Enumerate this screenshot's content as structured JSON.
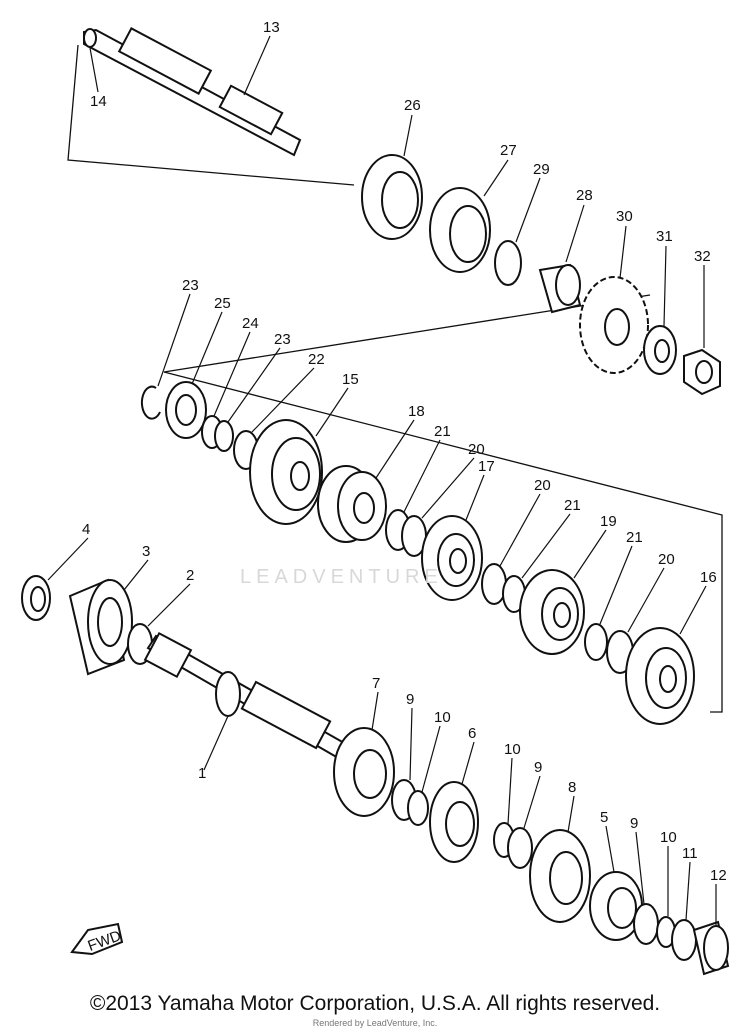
{
  "diagram": {
    "callouts": [
      {
        "id": "13",
        "label": "13"
      },
      {
        "id": "14",
        "label": "14"
      },
      {
        "id": "26",
        "label": "26"
      },
      {
        "id": "27",
        "label": "27"
      },
      {
        "id": "29",
        "label": "29"
      },
      {
        "id": "28",
        "label": "28"
      },
      {
        "id": "30",
        "label": "30"
      },
      {
        "id": "31",
        "label": "31"
      },
      {
        "id": "32",
        "label": "32"
      },
      {
        "id": "23a",
        "label": "23"
      },
      {
        "id": "25",
        "label": "25"
      },
      {
        "id": "24",
        "label": "24"
      },
      {
        "id": "23b",
        "label": "23"
      },
      {
        "id": "22",
        "label": "22"
      },
      {
        "id": "15",
        "label": "15"
      },
      {
        "id": "18",
        "label": "18"
      },
      {
        "id": "21a",
        "label": "21"
      },
      {
        "id": "20a",
        "label": "20"
      },
      {
        "id": "17",
        "label": "17"
      },
      {
        "id": "20b",
        "label": "20"
      },
      {
        "id": "21b",
        "label": "21"
      },
      {
        "id": "19",
        "label": "19"
      },
      {
        "id": "21c",
        "label": "21"
      },
      {
        "id": "20c",
        "label": "20"
      },
      {
        "id": "16",
        "label": "16"
      },
      {
        "id": "4",
        "label": "4"
      },
      {
        "id": "3",
        "label": "3"
      },
      {
        "id": "2",
        "label": "2"
      },
      {
        "id": "1",
        "label": "1"
      },
      {
        "id": "7",
        "label": "7"
      },
      {
        "id": "9a",
        "label": "9"
      },
      {
        "id": "10a",
        "label": "10"
      },
      {
        "id": "6",
        "label": "6"
      },
      {
        "id": "10b",
        "label": "10"
      },
      {
        "id": "9b",
        "label": "9"
      },
      {
        "id": "8",
        "label": "8"
      },
      {
        "id": "5",
        "label": "5"
      },
      {
        "id": "9c",
        "label": "9"
      },
      {
        "id": "10c",
        "label": "10"
      },
      {
        "id": "11",
        "label": "11"
      },
      {
        "id": "12",
        "label": "12"
      }
    ],
    "fwd_label": "FWD"
  },
  "watermark": "LEADVENTURE",
  "footer": {
    "copyright": "©2013 Yamaha Motor Corporation, U.S.A. All rights reserved.",
    "rendered_by": "Rendered by LeadVenture, Inc."
  }
}
